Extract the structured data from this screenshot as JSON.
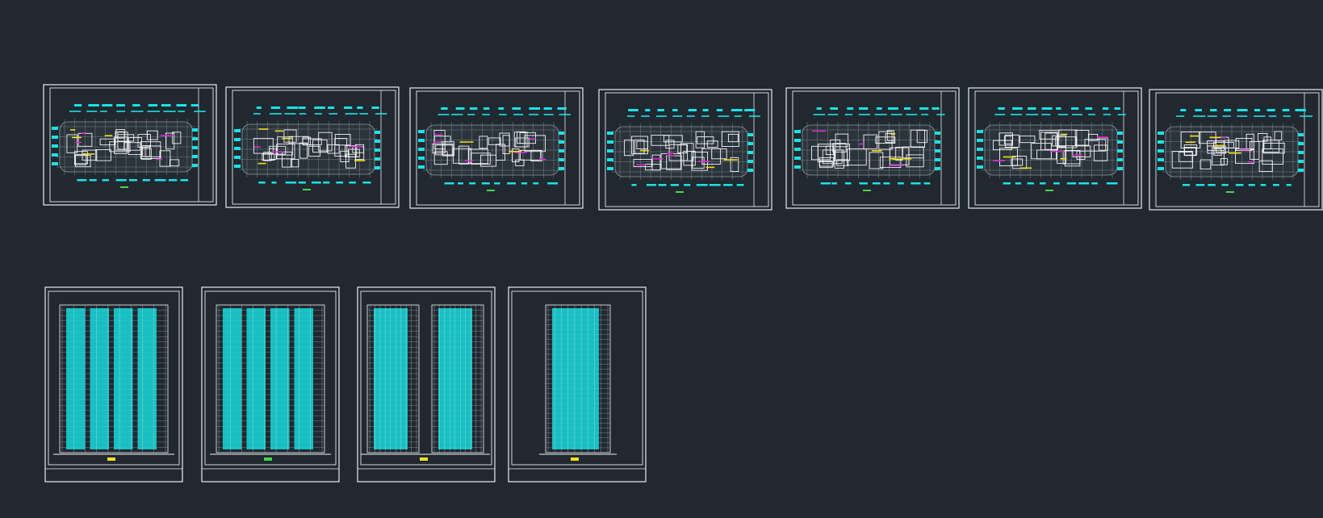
{
  "colors": {
    "background": "#212830",
    "frame": "#e8ecef",
    "wall": "#f4f6f7",
    "annotation": "#19e3e6",
    "axis": "#8a96a0",
    "highlight_yellow": "#f2e21c",
    "highlight_magenta": "#d62ad6",
    "highlight_green": "#46d64a",
    "window_fill": "#17d8dc"
  },
  "sheet_rows": [
    {
      "kind": "floor-plan",
      "count": 7
    },
    {
      "kind": "elevation-section",
      "count": 4
    }
  ]
}
